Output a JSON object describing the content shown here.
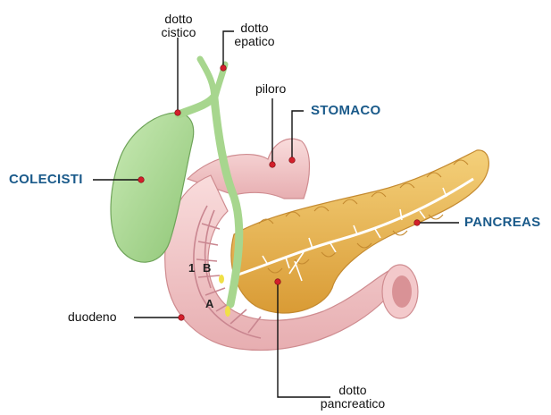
{
  "colors": {
    "accent_label": "#1a5a8a",
    "leader_line": "#111111",
    "marker_dot": "#d21f2b",
    "gallbladder": "#a9d790",
    "stomach_duodenum": "#f1c4c6",
    "pancreas": "#e9b44c"
  },
  "labels": {
    "dotto_cistico": [
      "dotto",
      "cistico"
    ],
    "dotto_epatico": [
      "dotto",
      "epatico"
    ],
    "piloro": "piloro",
    "stomaco": "STOMACO",
    "colecisti": "COLECISTI",
    "pancreas": "PANCREAS",
    "duodeno": "duodeno",
    "dotto_pancreatico": [
      "dotto",
      "pancreatico"
    ]
  },
  "letters": {
    "one": "1",
    "b": "B",
    "a": "A"
  }
}
